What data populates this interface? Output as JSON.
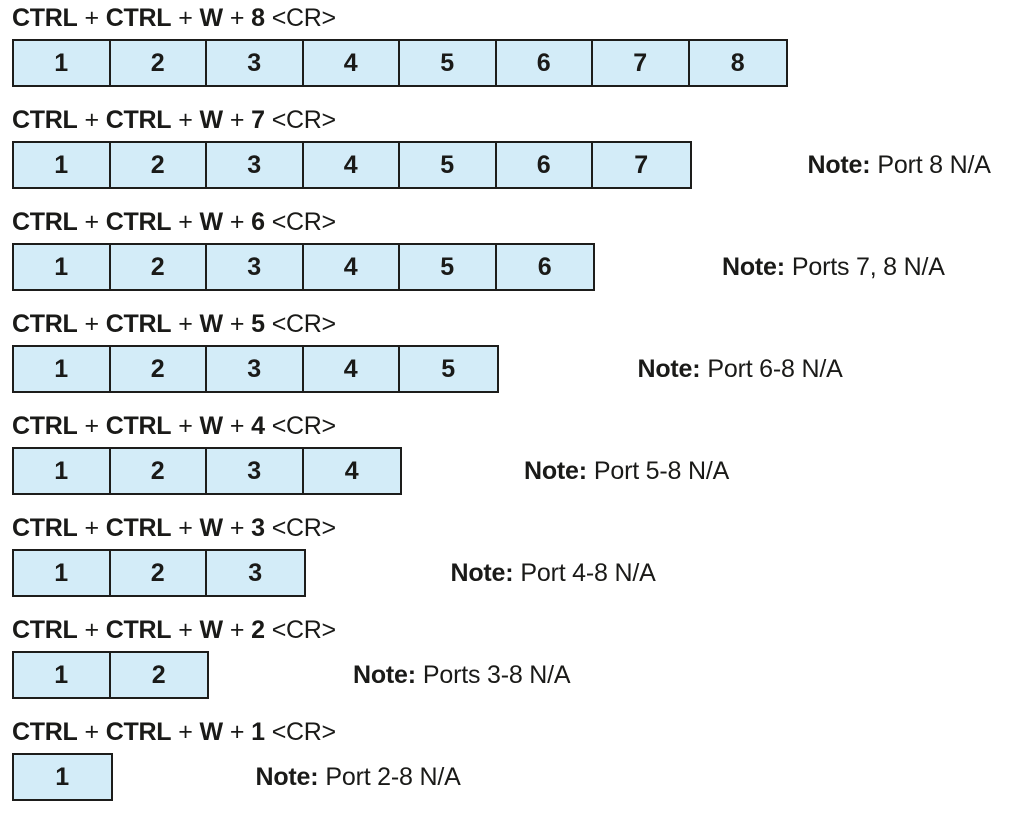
{
  "colors": {
    "box_fill": "#d3ecf8",
    "line": "#1d1d1b",
    "text": "#1a1a18"
  },
  "groups": [
    {
      "k1": "CTRL",
      "plus": "+",
      "k2": "CTRL",
      "k3": "W",
      "k4": "8",
      "cr": "<CR>",
      "ports": [
        "1",
        "2",
        "3",
        "4",
        "5",
        "6",
        "7",
        "8"
      ]
    },
    {
      "k1": "CTRL",
      "plus": "+",
      "k2": "CTRL",
      "k3": "W",
      "k4": "7",
      "cr": "<CR>",
      "ports": [
        "1",
        "2",
        "3",
        "4",
        "5",
        "6",
        "7"
      ],
      "note_label": "Note:",
      "note_text": "Port 8 N/A"
    },
    {
      "k1": "CTRL",
      "plus": "+",
      "k2": "CTRL",
      "k3": "W",
      "k4": "6",
      "cr": "<CR>",
      "ports": [
        "1",
        "2",
        "3",
        "4",
        "5",
        "6"
      ],
      "note_label": "Note:",
      "note_text": "Ports 7, 8 N/A"
    },
    {
      "k1": "CTRL",
      "plus": "+",
      "k2": "CTRL",
      "k3": "W",
      "k4": "5",
      "cr": "<CR>",
      "ports": [
        "1",
        "2",
        "3",
        "4",
        "5"
      ],
      "note_label": "Note:",
      "note_text": "Port 6-8 N/A"
    },
    {
      "k1": "CTRL",
      "plus": "+",
      "k2": "CTRL",
      "k3": "W",
      "k4": "4",
      "cr": "<CR>",
      "ports": [
        "1",
        "2",
        "3",
        "4"
      ],
      "note_label": "Note:",
      "note_text": "Port 5-8 N/A"
    },
    {
      "k1": "CTRL",
      "plus": "+",
      "k2": "CTRL",
      "k3": "W",
      "k4": "3",
      "cr": "<CR>",
      "ports": [
        "1",
        "2",
        "3"
      ],
      "note_label": "Note:",
      "note_text": "Port 4-8 N/A"
    },
    {
      "k1": "CTRL",
      "plus": "+",
      "k2": "CTRL",
      "k3": "W",
      "k4": "2",
      "cr": "<CR>",
      "ports": [
        "1",
        "2"
      ],
      "note_label": "Note:",
      "note_text": "Ports 3-8 N/A"
    },
    {
      "k1": "CTRL",
      "plus": "+",
      "k2": "CTRL",
      "k3": "W",
      "k4": "1",
      "cr": "<CR>",
      "ports": [
        "1"
      ],
      "note_label": "Note:",
      "note_text": "Port 2-8 N/A"
    }
  ]
}
